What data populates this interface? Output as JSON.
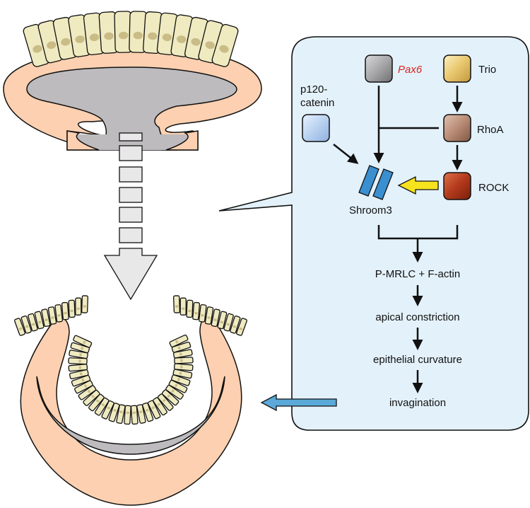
{
  "figure": {
    "nodes": {
      "pax6": {
        "label": "Pax6",
        "color": "#a9a9ab",
        "label_color": "#e0231f"
      },
      "trio": {
        "label": "Trio",
        "color": "#e8c66e"
      },
      "p120": {
        "label_line1": "p120-",
        "label_line2": "catenin",
        "color": "#b9d2f0"
      },
      "rhoa": {
        "label": "RhoA",
        "color": "#b98b75"
      },
      "rock": {
        "label": "ROCK",
        "color": "#b2391c"
      },
      "shroom3": {
        "label": "Shroom3",
        "color": "#3a8fd0"
      }
    },
    "cascade": [
      "P-MRLC + F-actin",
      "apical constriction",
      "epithelial curvature",
      "invagination"
    ],
    "colors": {
      "panel_bg": "#e3f1fa",
      "epithelium": "#efeac0",
      "nucleus": "#c9bc87",
      "mesenchyme": "#fcd0b0",
      "lumen": "#bdbbbd",
      "yellow_arrow": "#f7e21e",
      "blue_arrow": "#5aa9d8"
    }
  }
}
